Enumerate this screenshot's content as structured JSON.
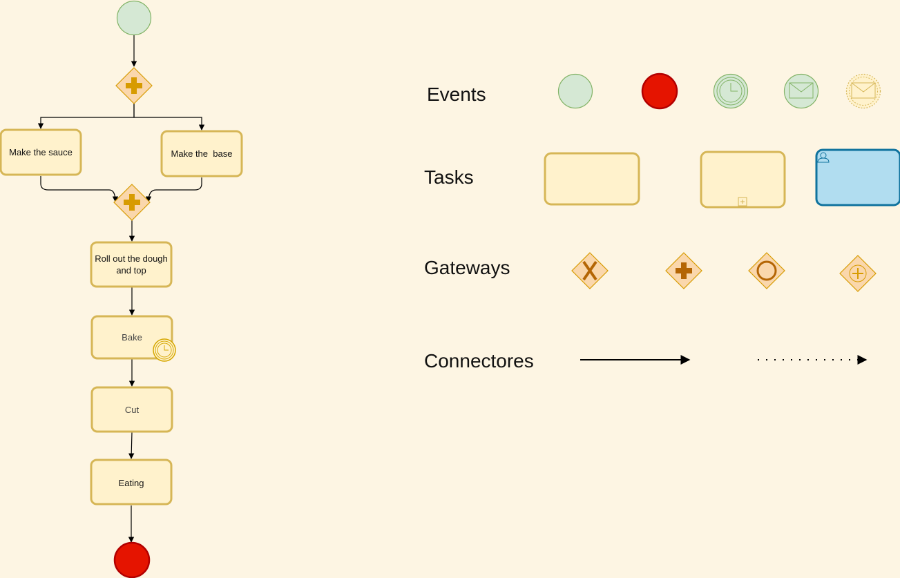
{
  "flow": {
    "tasks": {
      "make_sauce": "Make the sauce",
      "make_base": "Make the  base",
      "roll_line1": "Roll out the dough",
      "roll_line2": "and top",
      "bake": "Bake",
      "cut": "Cut",
      "eating": "Eating"
    }
  },
  "legend": {
    "events_label": "Events",
    "tasks_label": "Tasks",
    "gateways_label": "Gateways",
    "connectors_label": "Connectores"
  },
  "colors": {
    "background": "#fdf5e3",
    "task_fill": "#fff2cc",
    "task_stroke": "#d6b656",
    "start_fill": "#d5e8d4",
    "start_stroke": "#82b366",
    "end_fill": "#e51400",
    "end_stroke": "#b20000",
    "gateway_fill": "#fad7ac",
    "gateway_stroke": "#d79b00",
    "user_task_fill": "#b1ddf0",
    "user_task_stroke": "#10739e"
  }
}
